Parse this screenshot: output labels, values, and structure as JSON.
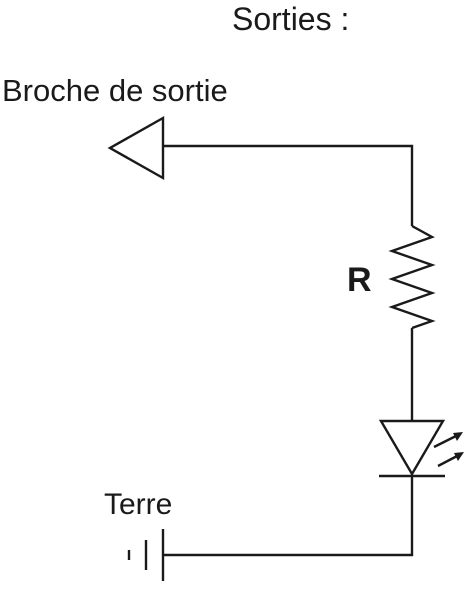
{
  "diagram": {
    "title": "Sorties :",
    "output_pin_label": "Broche de sortie",
    "resistor_label": "R",
    "ground_label": "Terre",
    "components": [
      {
        "name": "output-pin",
        "icon": "triangle-arrow-left-icon"
      },
      {
        "name": "resistor",
        "icon": "zigzag-resistor-icon"
      },
      {
        "name": "led",
        "icon": "led-diode-icon"
      },
      {
        "name": "ground",
        "icon": "ground-plates-icon"
      }
    ],
    "colors": {
      "line": "#1a1a1a",
      "background": "#ffffff"
    }
  }
}
